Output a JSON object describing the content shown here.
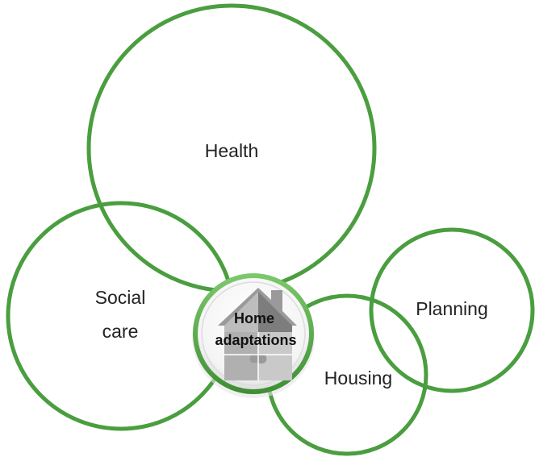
{
  "diagram": {
    "circles": [
      {
        "id": "health",
        "label_lines": [
          "Health"
        ]
      },
      {
        "id": "social-care",
        "label_lines": [
          "Social",
          "care"
        ]
      },
      {
        "id": "planning",
        "label_lines": [
          "Planning"
        ]
      },
      {
        "id": "housing",
        "label_lines": [
          "Housing"
        ]
      }
    ],
    "center": {
      "label_lines": [
        "Home",
        "adaptations"
      ],
      "icon": "house-puzzle-icon"
    }
  },
  "colors": {
    "ring": "#4a9e3f",
    "ring_light": "#6bbd5c",
    "puzzle_dark": "#8a8a8a",
    "puzzle_light": "#c8c8c8",
    "text": "#222222"
  }
}
